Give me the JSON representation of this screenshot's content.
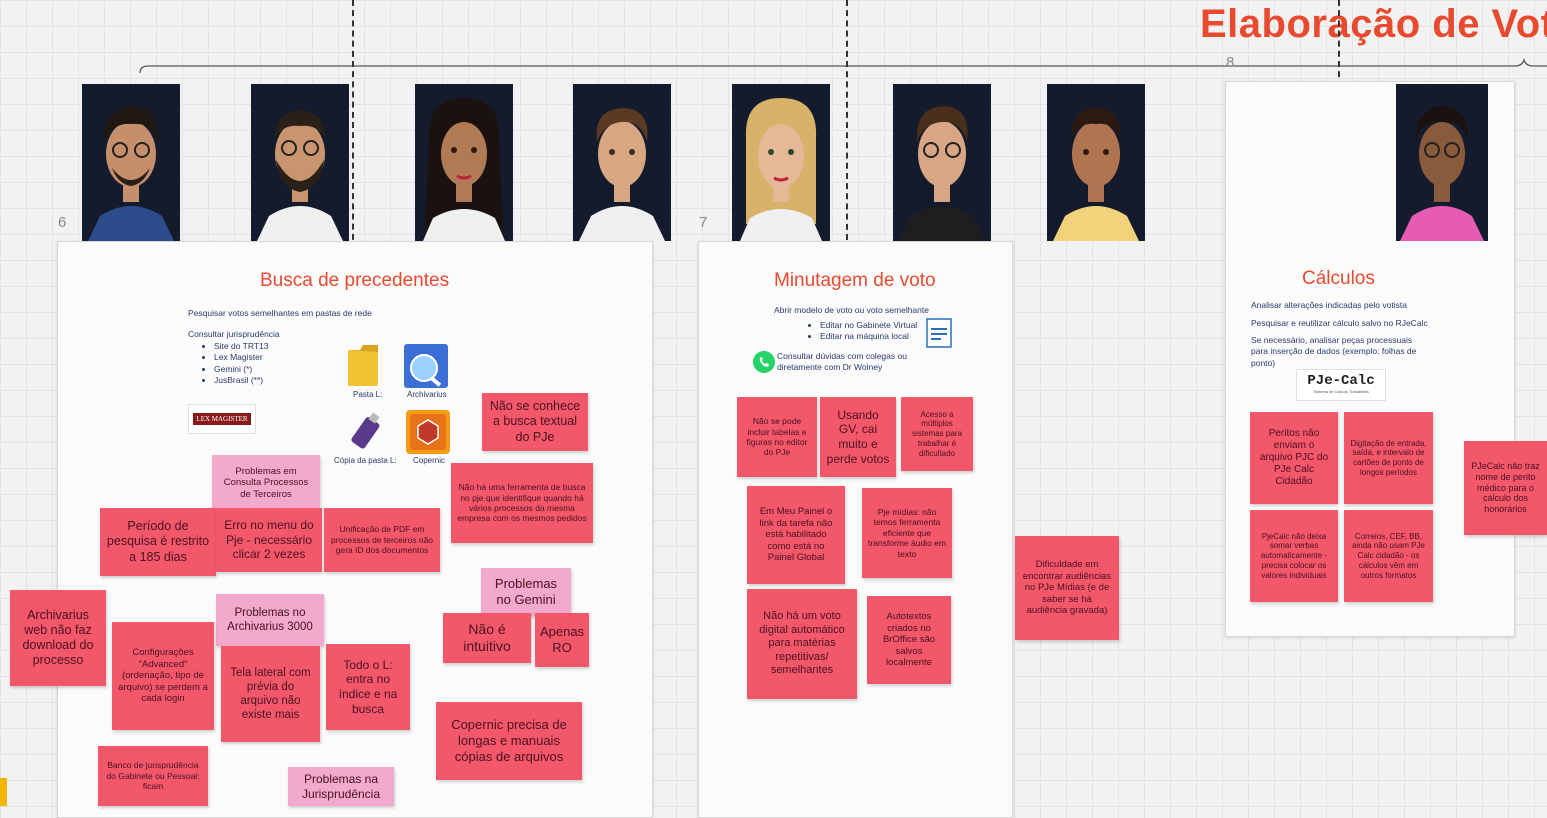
{
  "header": {
    "title": "Elaboração de Voto"
  },
  "frames": {
    "n6": "6",
    "n7": "7",
    "n8": "8",
    "busca": {
      "title": "Busca de precedentes"
    },
    "minutagem": {
      "title": "Minutagem de voto"
    },
    "calculos": {
      "title": "Cálculos"
    }
  },
  "busca": {
    "pesquisar": "Pesquisar votos semelhantes em pastas de rede",
    "consultar": "Consultar jurisprudência",
    "sources": [
      "Site do TRT13",
      "Lex Magister",
      "Gemini (*)",
      "JusBrasil (**)"
    ],
    "logo_text": "LEX MAGISTER",
    "icons": {
      "pasta": "Pasta L:",
      "archivarius": "Archivarius",
      "copia": "Cópia da pasta L:",
      "copernic": "Copernic"
    }
  },
  "minutagem": {
    "abrir": "Abrir modelo de voto ou voto semelhante",
    "items": [
      "Editar no Gabinete Virtual",
      "Editar na máquina local"
    ],
    "consultar": "Consultar dúvidas com colegas ou\ndiretamente com Dr Wolney"
  },
  "calculos": {
    "line1": "Analisar alterações indicadas pelo votista",
    "line2": "Pesquisar e reutilizar cálculo salvo no RJeCalc",
    "line3": "Se necessário, analisar peças processuais\npara inserção de dados (exemplo: folhas de\nponto)",
    "logo": "PJe-Calc",
    "logo_sub": "Sistema de Cálculo Trabalhista"
  },
  "stickies": {
    "s1": "Não se conhece a busca textual do PJe",
    "s2": "Não há uma ferramenta de busca no pje que identifique quando há vários processos da mesma empresa com os mesmos pedidos",
    "s3": "Problemas em Consulta Processos de Terceiros",
    "s4": "Período de pesquisa é restrito a 185 dias",
    "s5": "Erro no menu do Pje - necessário clicar 2 vezes",
    "s6": "Unificação de PDF em processos de terceiros não gera ID dos documentos",
    "s7": "Problemas no Gemini",
    "s8": "Archivarius web não faz download do processo",
    "s9": "Problemas no Archivarius 3000",
    "s10": "Não é intuitivo",
    "s11": "Apenas RO",
    "s12": "Configurações \"Advanced\" (ordenação, tipo de arquivo) se perdem a cada login",
    "s13": "Tela lateral com prévia do arquivo não existe mais",
    "s14": "Todo o L: entra no índice e na busca",
    "s15": "Copernic precisa de longas e manuais cópias de arquivos",
    "s16": "Banco de jurisprudência do Gabinete ou Pessoal: ficam",
    "s17": "Problemas na Jurisprudência",
    "m1": "Não se pode incluir tabelas e figuras no editor do PJe",
    "m2": "Usando GV, cai muito e perde votos",
    "m3": "Acesso a múltiplos sistemas para trabalhar é dificultado",
    "m4": "Em Meu Painel o link da tarefa não está habilitado como está no Painel Global",
    "m5": "Pje mídias: não temos ferramenta eficiente que transforme áudio em texto",
    "m6": "Não há um voto digital automático para matérias repetitivas/ semelhantes",
    "m7": "Autotextos criados no BrOffice são salvos localmente",
    "m8": "Dificuldade em encontrar audiências no PJe Mídias (e de saber se há audiência gravada)",
    "c1": "Peritos não enviam o arquivo PJC do PJe Calc Cidadão",
    "c2": "Digitação de entrada, saída, e intervalo de cartões de ponto de longos períodos",
    "c3": "PjeCalc não deixa somar verbas automaticamente - precisa colocar os valores individuais",
    "c4": "Correios, CEF, BB, ainda não usam PJe Calc cidadão - os cálculos vêm em outros formatos",
    "c5": "PJeCalc não traz nome de perito médico para o cálculo dos honorários"
  },
  "colors": {
    "accent": "#e84a30",
    "sticky_red": "#f3576a",
    "sticky_pink": "#f1a9cc",
    "avatar_bg": "#141b2c"
  }
}
